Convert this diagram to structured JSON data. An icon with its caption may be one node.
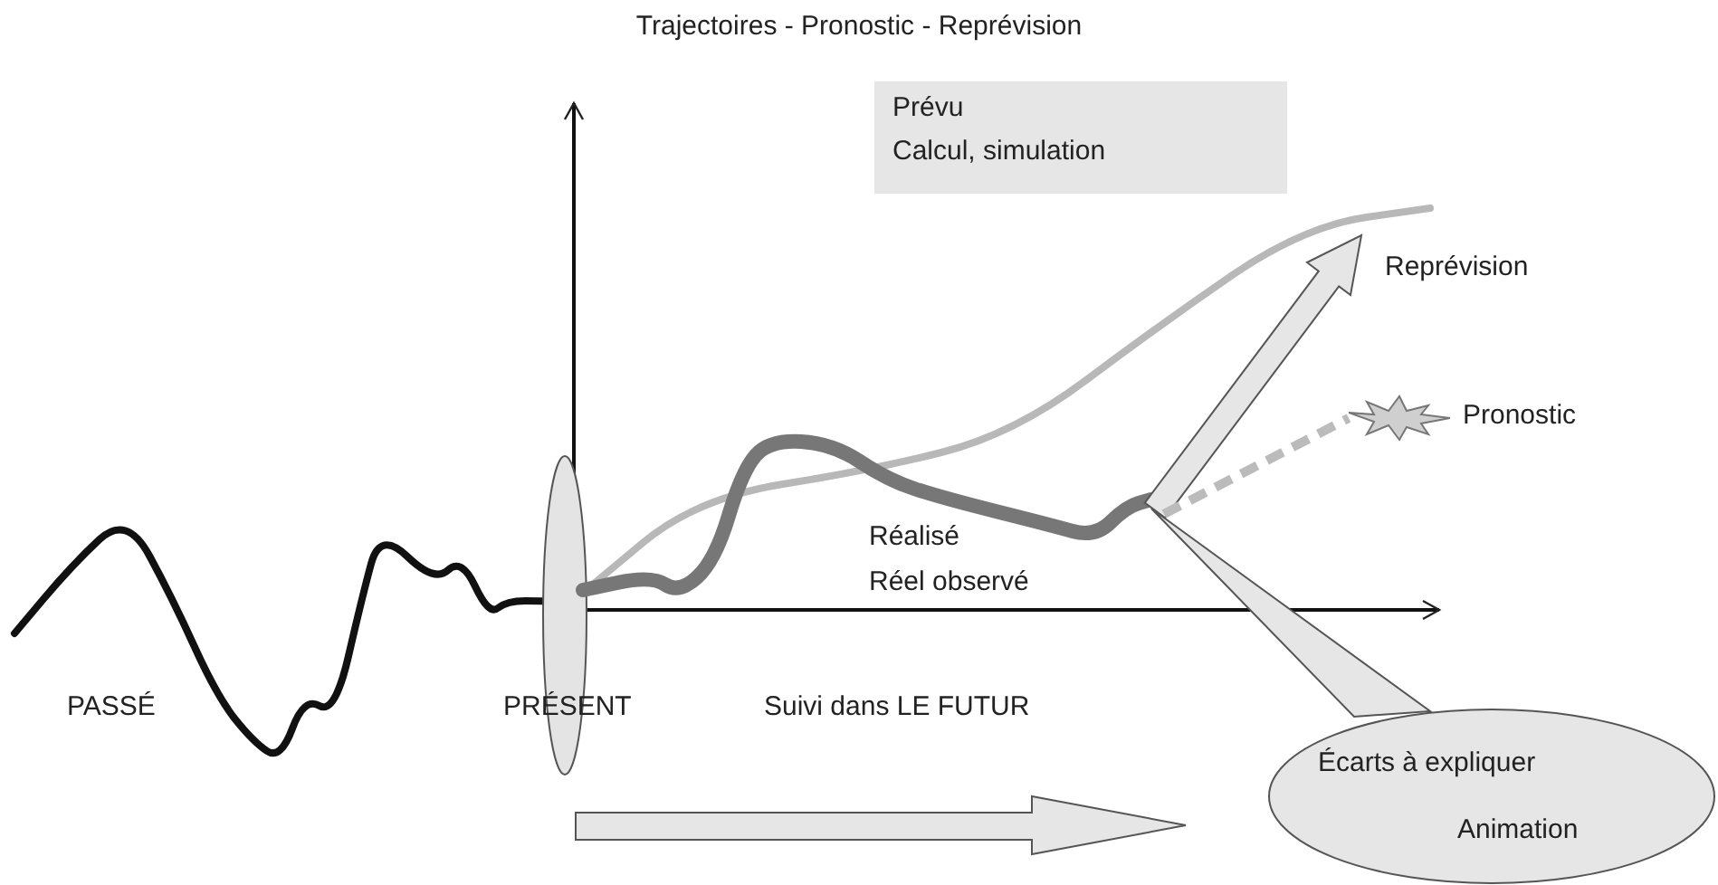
{
  "diagram": {
    "title": "Trajectoires - Pronostic - Reprévision",
    "nodes": [
      {
        "text": [
          "Prévu",
          "Calcul, simulation"
        ]
      },
      {
        "text": [],
        "shape": "star",
        "beside": [
          "Pronostic"
        ]
      },
      {
        "text": [
          "Écarts à expliquer",
          "Animation"
        ]
      }
    ],
    "edges": [
      {
        "from": null,
        "to": 1,
        "arrow": "none",
        "style": "dashed",
        "color": "#bbbbbb"
      }
    ],
    "labels": [
      "Reprévision",
      "Réalisé",
      "Réel observé",
      "PASSÉ",
      "PRÉSENT",
      "Suivi dans LE FUTUR"
    ]
  }
}
